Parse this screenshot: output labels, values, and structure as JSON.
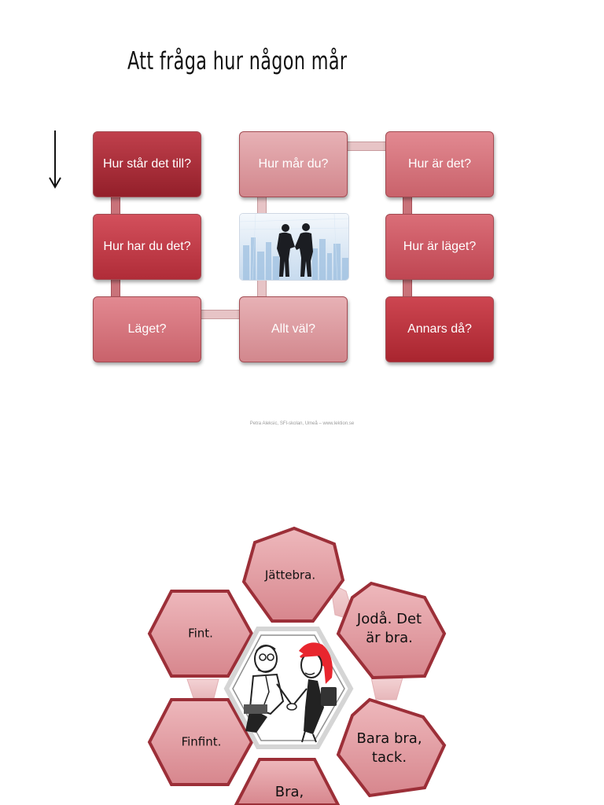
{
  "title": "Att fråga hur någon mår",
  "grid": {
    "boxes": [
      "Hur står det till?",
      "Hur mår du?",
      "Hur är det?",
      "Hur har du det?",
      "Hur är läget?",
      "Läget?",
      "Allt väl?",
      "Annars då?"
    ]
  },
  "credit": "Petra Aleksic, SFI-skolan, Umeå – www.lektion.se",
  "hexagons": {
    "items": [
      "Jättebra.",
      "Fint.",
      "Jodå. Det är bra.",
      "Finfint.",
      "Bara bra, tack.",
      "Bra,"
    ]
  },
  "colors": {
    "box_dark": "#931f2a",
    "box_light": "#e7b1b5",
    "hex_fill": "#e6a6aa",
    "hex_border": "#9c2f38"
  },
  "icons": [
    "down-arrow-icon",
    "handshake-photo",
    "handshake-cartoon"
  ]
}
